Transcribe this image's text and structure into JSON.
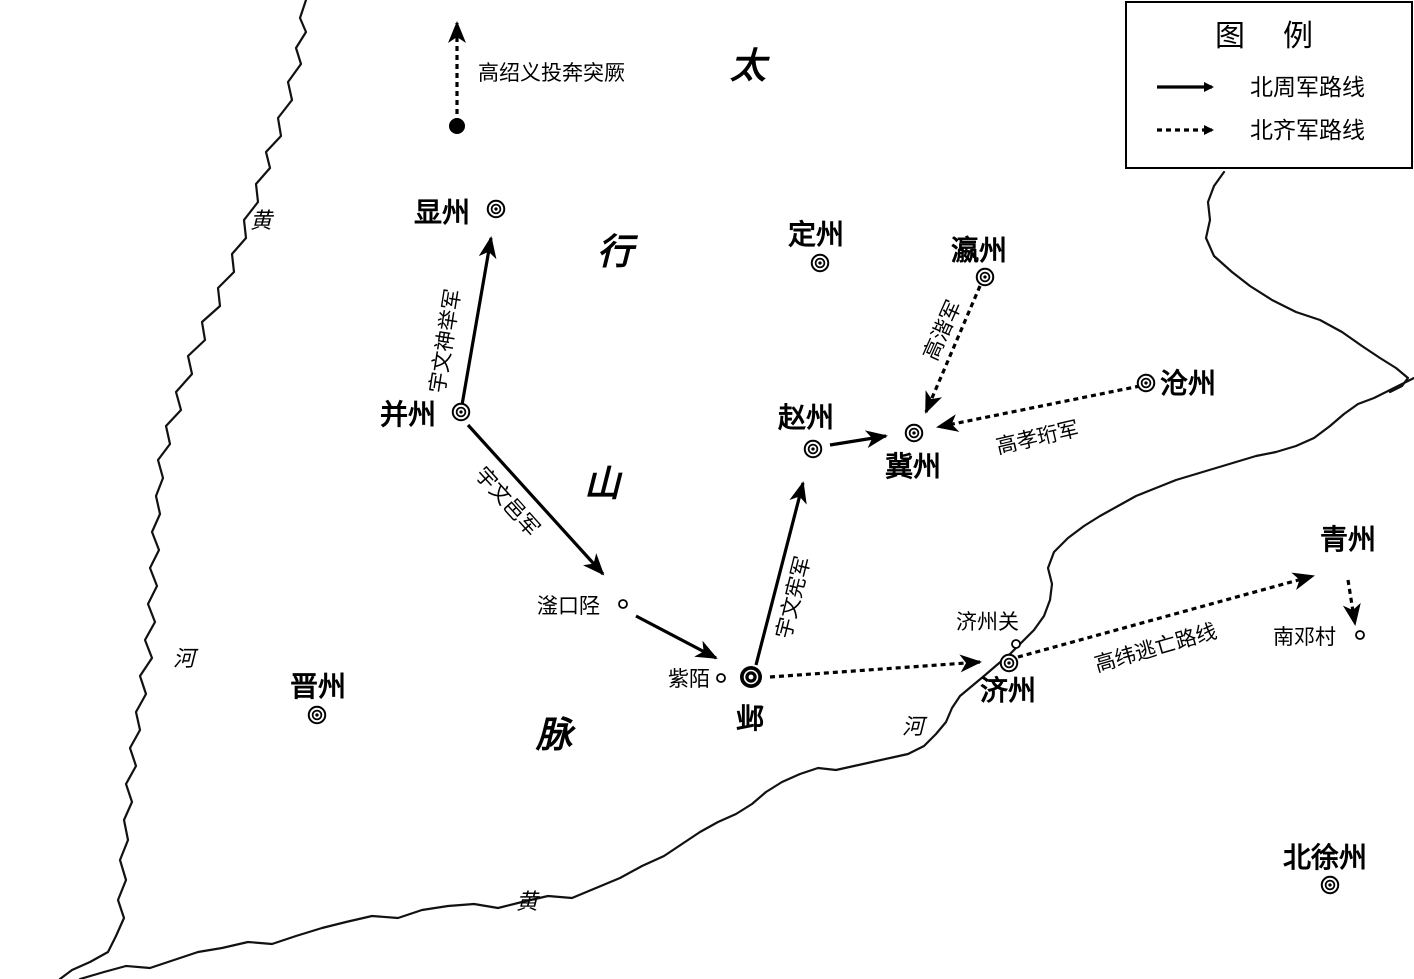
{
  "legend": {
    "title_left": "图",
    "title_right": "例",
    "northern_zhou": "北周军路线",
    "northern_qi": "北齐军路线"
  },
  "cities": {
    "xianzhou": "显州",
    "bingzhou": "并州",
    "dingzhou": "定州",
    "yingzhou": "瀛州",
    "cangzhou": "沧州",
    "zhaozhou": "赵州",
    "jizhou": "冀州",
    "jinzhou": "晋州",
    "ye": "邺",
    "jizhou2": "济州",
    "qingzhou": "青州",
    "beixuzhou": "北徐州"
  },
  "places": {
    "fukou": "滏口陉",
    "zimo": "紫陌",
    "jizhou_pass": "济州关",
    "nandeng": "南邓村"
  },
  "routes": {
    "gao_shaoyi": "高绍义投奔突厥",
    "yuwen_shenju": "宇文神举军",
    "yuwen_yi": "宇文邑军",
    "yuwen_xian": "宇文宪军",
    "gao_jie": "高湝军",
    "gao_xiaoheng": "高孝珩军",
    "gao_wei": "高纬逃亡路线"
  },
  "mountains": {
    "tai": "太",
    "hang": "行",
    "shan": "山",
    "mai": "脉"
  },
  "river": {
    "huang": "黄",
    "he": "河"
  },
  "colors": {
    "ink": "#000000",
    "paper": "#ffffff"
  }
}
